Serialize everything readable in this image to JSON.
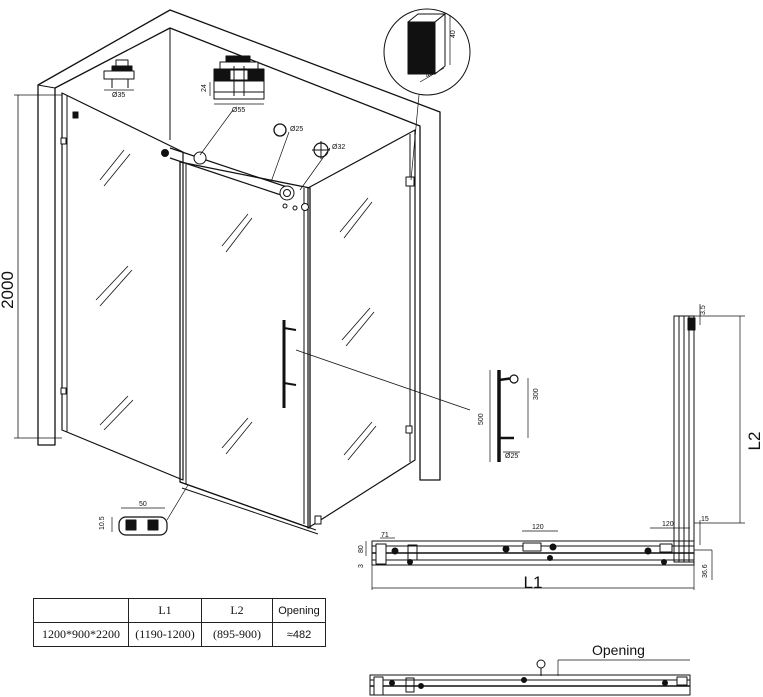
{
  "dimensions": {
    "height_2000": "2000",
    "l2": "L2",
    "l1": "L1",
    "opening": "Opening",
    "top_dia_35": "Ø35",
    "top_24": "24",
    "top_dia_55": "Ø55",
    "rod_dia_25": "Ø25",
    "rod_dia_32": "Ø32",
    "detail_40": "40",
    "detail_43": "43",
    "handle_500": "500",
    "handle_300": "300",
    "handle_dia_25": "Ø25",
    "guide_50": "50",
    "guide_10_5": "10.5",
    "side_3_5": "3.5",
    "side_15": "15",
    "side_120": "120",
    "side_36_6": "36.6",
    "plan_120": "120",
    "plan_71": "71",
    "plan_80": "80",
    "plan_3": "3"
  },
  "table": {
    "headers": [
      "",
      "L1",
      "L2",
      "Opening"
    ],
    "rows": [
      [
        "1200*900*2200",
        "(1190-1200)",
        "(895-900)",
        "≈482"
      ]
    ]
  }
}
